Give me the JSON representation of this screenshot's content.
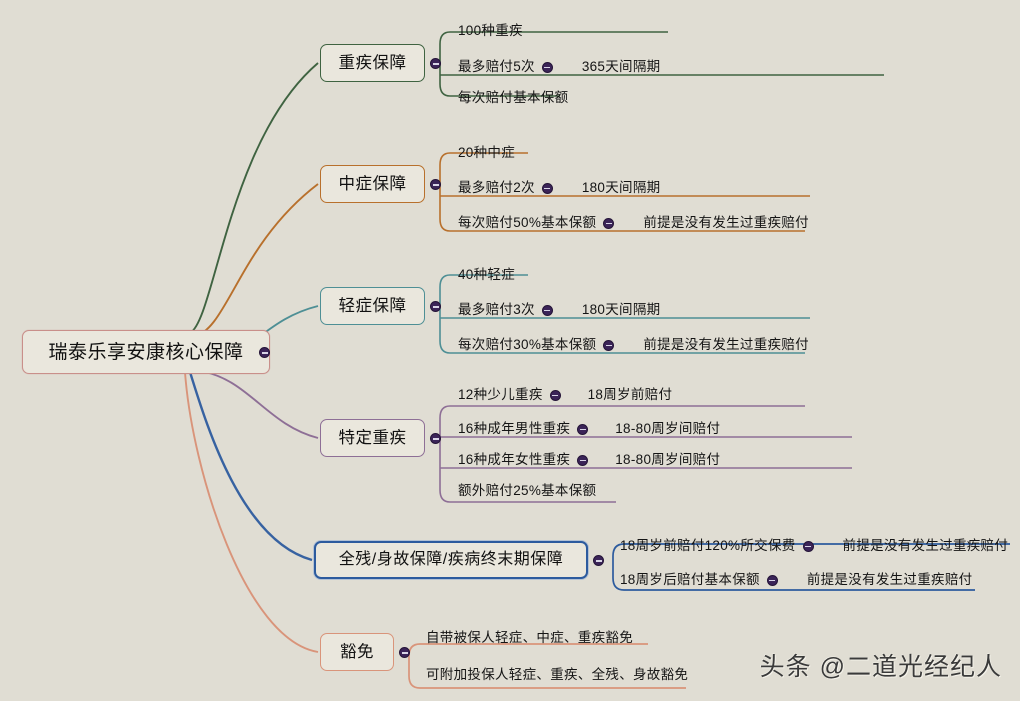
{
  "background_color": "#e0ddd3",
  "root": {
    "label": "瑞泰乐享安康核心保障",
    "border_color": "#c98f8a"
  },
  "watermark": "头条 @二道光经纪人",
  "branches": [
    {
      "label": "重疾保障",
      "color": "#3f6341",
      "leaves": [
        {
          "text": "100种重疾",
          "note": "",
          "has_bullet": false
        },
        {
          "text": "最多赔付5次",
          "note": "365天间隔期",
          "has_bullet": true
        },
        {
          "text": "每次赔付基本保额",
          "note": "",
          "has_bullet": false
        }
      ]
    },
    {
      "label": "中症保障",
      "color": "#b8702c",
      "leaves": [
        {
          "text": "20种中症",
          "note": "",
          "has_bullet": false
        },
        {
          "text": "最多赔付2次",
          "note": "180天间隔期",
          "has_bullet": true
        },
        {
          "text": "每次赔付50%基本保额",
          "note": "前提是没有发生过重疾赔付",
          "has_bullet": true
        }
      ]
    },
    {
      "label": "轻症保障",
      "color": "#4e8f95",
      "leaves": [
        {
          "text": "40种轻症",
          "note": "",
          "has_bullet": false
        },
        {
          "text": "最多赔付3次",
          "note": "180天间隔期",
          "has_bullet": true
        },
        {
          "text": "每次赔付30%基本保额",
          "note": "前提是没有发生过重疾赔付",
          "has_bullet": true
        }
      ]
    },
    {
      "label": "特定重疾",
      "color": "#8e6f96",
      "leaves": [
        {
          "text": "12种少儿重疾",
          "note": "18周岁前赔付",
          "has_bullet": true
        },
        {
          "text": "16种成年男性重疾",
          "note": "18-80周岁间赔付",
          "has_bullet": true
        },
        {
          "text": "16种成年女性重疾",
          "note": "18-80周岁间赔付",
          "has_bullet": true
        },
        {
          "text": "额外赔付25%基本保额",
          "note": "",
          "has_bullet": false
        }
      ]
    },
    {
      "label": "全残/身故保障/疾病终末期保障",
      "color": "#2d5b9e",
      "leaves": [
        {
          "text": "18周岁前赔付120%所交保费",
          "note": "前提是没有发生过重疾赔付",
          "has_bullet": true
        },
        {
          "text": "18周岁后赔付基本保额",
          "note": "前提是没有发生过重疾赔付",
          "has_bullet": true
        }
      ]
    },
    {
      "label": "豁免",
      "color": "#d9947a",
      "leaves": [
        {
          "text": "自带被保人轻症、中症、重疾豁免",
          "note": "",
          "has_bullet": false
        },
        {
          "text": "可附加投保人轻症、重疾、全残、身故豁免",
          "note": "",
          "has_bullet": false
        }
      ]
    }
  ]
}
